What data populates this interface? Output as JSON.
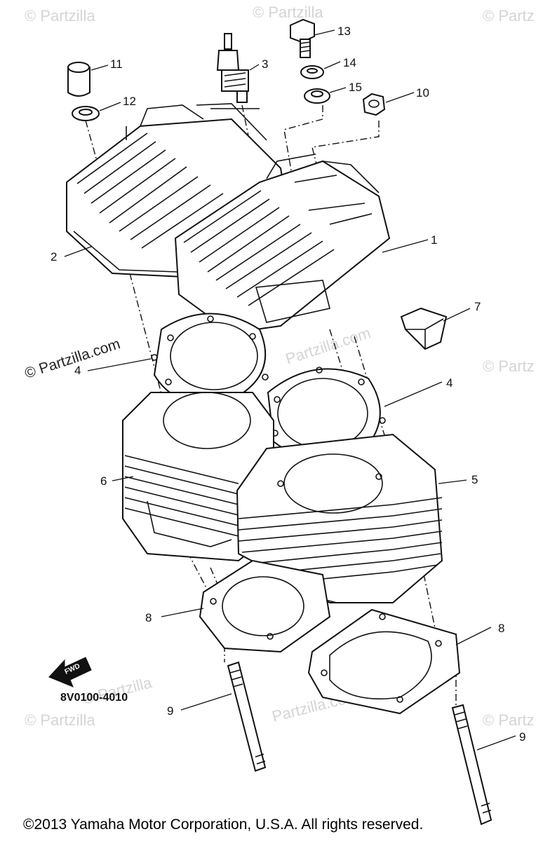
{
  "watermarks": [
    "© Partzilla",
    "© Partzilla",
    "© Partz",
    "© Partzilla.com",
    "Partzilla.com",
    "© Partz",
    "Partzilla.com",
    "© Partzilla",
    "© Partzilla",
    "© Partz"
  ],
  "callouts": {
    "p1": "1",
    "p2": "2",
    "p3": "3",
    "p4a": "4",
    "p4b": "4",
    "p5": "5",
    "p6": "6",
    "p7": "7",
    "p8a": "8",
    "p8b": "8",
    "p9a": "9",
    "p9b": "9",
    "p10": "10",
    "p11": "11",
    "p12": "12",
    "p13": "13",
    "p14": "14",
    "p15": "15"
  },
  "diagram_code": "8V0100-4010",
  "front_arrow_label": "FWD",
  "copyright": "©2013  Yamaha Motor Corporation, U.S.A. All rights reserved."
}
